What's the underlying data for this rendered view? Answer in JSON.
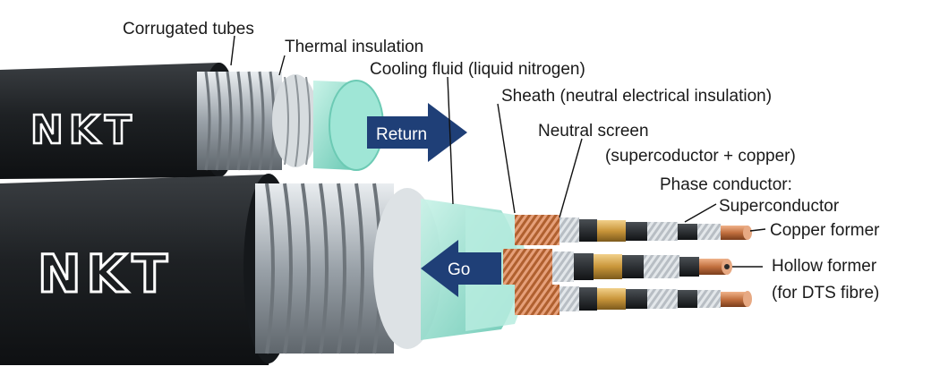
{
  "brand": {
    "name": "NKT"
  },
  "flow": {
    "return_label": "Return",
    "go_label": "Go"
  },
  "labels": {
    "corrugated_tubes": "Corrugated tubes",
    "thermal_insulation": "Thermal insulation",
    "cooling_fluid": "Cooling fluid (liquid nitrogen)",
    "sheath": "Sheath (neutral electrical insulation)",
    "neutral_screen_1": "Neutral screen",
    "neutral_screen_2": "(supercoductor + copper)",
    "phase_conductor": "Phase conductor:",
    "superconductor": "Superconductor",
    "copper_former": "Copper former",
    "hollow_former": "Hollow former",
    "dts_fibre": "(for DTS fibre)"
  },
  "colors": {
    "jacket": "#1e2124",
    "arrow": "#1f3f77",
    "fluid": "#8fe0cf",
    "copper": "#c2703f",
    "brass": "#c9963a",
    "steel": "#b8bec4"
  }
}
